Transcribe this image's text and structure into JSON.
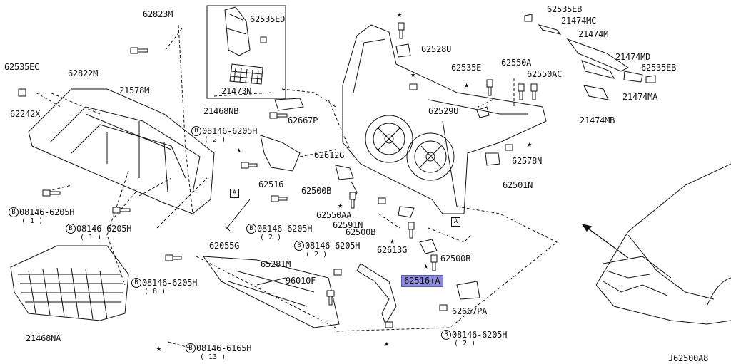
{
  "diagram_code": "J62500A8",
  "ref": {
    "circle_letter": "B",
    "area_marker": "A",
    "star": "★"
  },
  "labels": {
    "p62823M": "62823M",
    "p62535ED": "62535ED",
    "p62535EB_top": "62535EB",
    "p21474MC": "21474MC",
    "p21474M": "21474M",
    "p62528U": "62528U",
    "p62535EC": "62535EC",
    "p62822M": "62822M",
    "p21578M": "21578M",
    "p62242X": "62242X",
    "p21473N": "21473N",
    "p21468NB": "21468NB",
    "p62667P": "62667P",
    "p62535E": "62535E",
    "p62550A": "62550A",
    "p62550AC": "62550AC",
    "p21474MD": "21474MD",
    "p62535EB_right": "62535EB",
    "p21474MA": "21474MA",
    "p21474MB": "21474MB",
    "p62529U": "62529U",
    "p62578N": "62578N",
    "p62612G": "62612G",
    "p62516": "62516",
    "p62500B_a": "62500B",
    "p62501N": "62501N",
    "p62550AA": "62550AA",
    "p62591N": "62591N",
    "p62500B_b": "62500B",
    "p62613G": "62613G",
    "p62500B_c": "62500B",
    "p62055G": "62055G",
    "p65281M": "65281M",
    "p96010F": "96010F",
    "p62516A": "62516+A",
    "p62667PA": "62667PA",
    "p21468NA": "21468NA"
  },
  "bolts": {
    "b1": "08146-6205H",
    "b1q": "( 2 )",
    "b2": "08146-6205H",
    "b2q": "( 1 )",
    "b3": "08146-6205H",
    "b3q": "( 1 )",
    "b4": "08146-6205H",
    "b4q": "( 2 )",
    "b5": "08146-6205H",
    "b5q": "( 2 )",
    "b6": "08146-6205H",
    "b6q": "( 8 )",
    "b7": "08146-6205H",
    "b7q": "( 2 )",
    "b8": "08146-6165H",
    "b8q": "( 13 )"
  }
}
